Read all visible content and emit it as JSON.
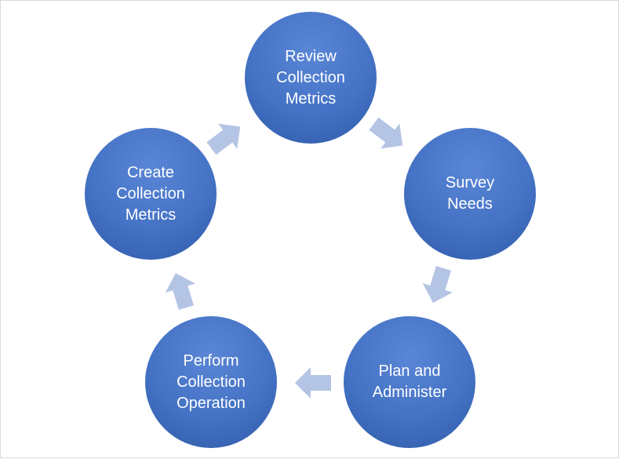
{
  "diagram": {
    "nodes": [
      {
        "id": "review",
        "label": "Review\nCollection\nMetrics"
      },
      {
        "id": "survey",
        "label": "Survey\nNeeds"
      },
      {
        "id": "plan",
        "label": "Plan and\nAdminister"
      },
      {
        "id": "perform",
        "label": "Perform\nCollection\nOperation"
      },
      {
        "id": "create",
        "label": "Create\nCollection\nMetrics"
      }
    ],
    "edges": [
      {
        "from": "review",
        "to": "survey"
      },
      {
        "from": "survey",
        "to": "plan"
      },
      {
        "from": "plan",
        "to": "perform"
      },
      {
        "from": "perform",
        "to": "create"
      },
      {
        "from": "create",
        "to": "review"
      }
    ],
    "colors": {
      "node_fill": "#4472c4",
      "node_text": "#ffffff",
      "arrow_fill": "#b4c4e4"
    }
  }
}
